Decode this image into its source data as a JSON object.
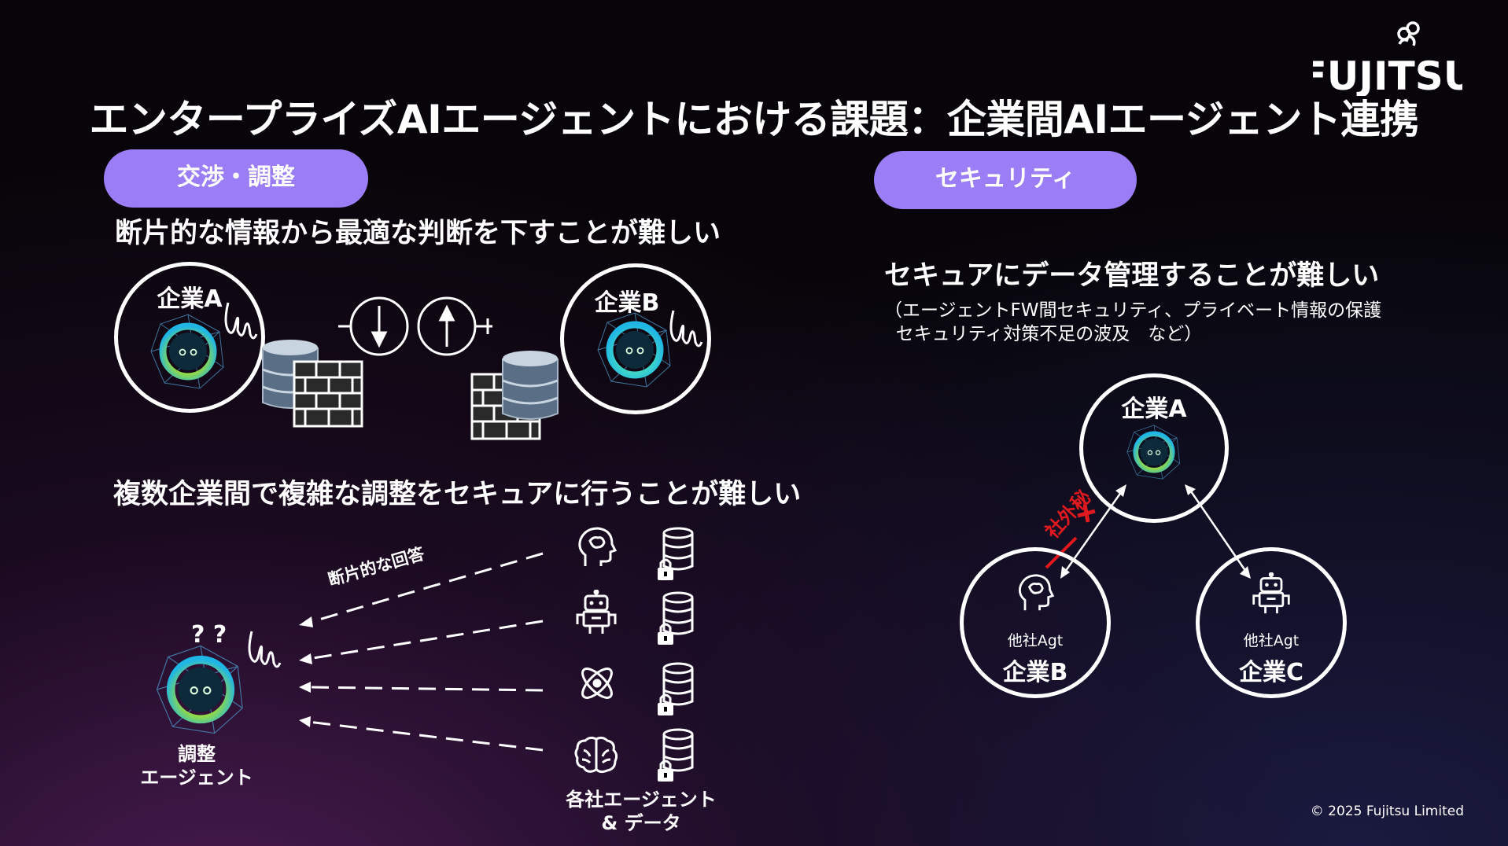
{
  "title": "エンタープライズAIエージェントにおける課題：企業間AIエージェント連携",
  "logo": "FUJITSU",
  "left": {
    "pill": "交渉・調整",
    "heading1": "断片的な情報から最適な判断を下すことが難しい",
    "company_a": "企業A",
    "company_b": "企業B",
    "heading2": "複数企業間で複雑な調整をセキュアに行うことが難しい",
    "fragment_label": "断片的な回答",
    "coordinator_line1": "調整",
    "coordinator_line2": "エージェント",
    "question_marks": "? ?",
    "companies_line1": "各社エージェント",
    "companies_line2": "& データ"
  },
  "right": {
    "pill": "セキュリティ",
    "heading": "セキュアにデータ管理することが難しい",
    "note_line1": "（エージェントFW間セキュリティ、プライベート情報の保護",
    "note_line2": "  セキュリティ対策不足の波及　など）",
    "company_a": "企業A",
    "company_b": "企業B",
    "company_c": "企業C",
    "other_agent_b": "他社Agt",
    "other_agent_c": "他社Agt",
    "secret_label": "社外秘"
  },
  "copyright": "© 2025 Fujitsu Limited",
  "colors": {
    "accent": "#9b7df5",
    "danger": "#e0191e",
    "background": "#070509"
  }
}
